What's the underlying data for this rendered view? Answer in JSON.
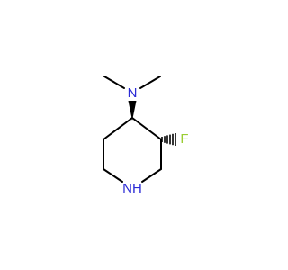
{
  "molecule": {
    "atoms": {
      "amine_n": {
        "symbol": "N",
        "color": "#2B2BD6"
      },
      "ring_nh": {
        "symbol": "NH",
        "color": "#2B2BD6"
      },
      "fluorine": {
        "symbol": "F",
        "color": "#9ACD32"
      }
    },
    "stereo": {
      "c4_to_amine_n": "wedge",
      "c3_to_fluorine": "hash"
    }
  }
}
